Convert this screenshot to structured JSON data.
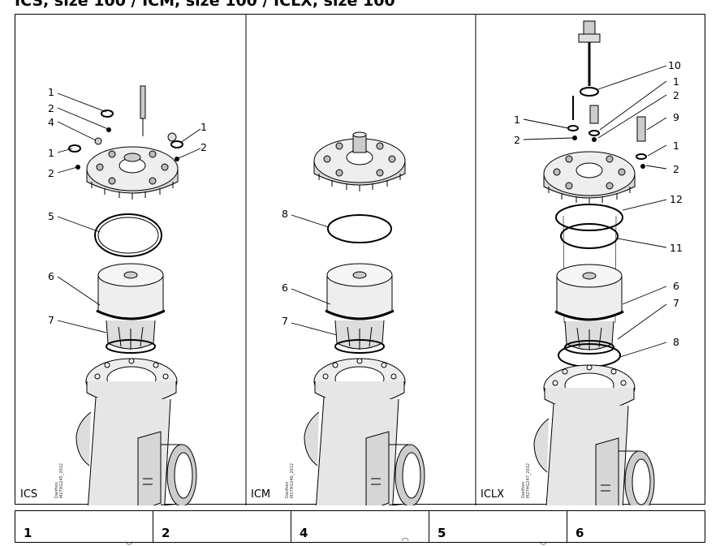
{
  "title": "ICS, size 100 / ICM, size 100 / ICLX, size 100",
  "panels": [
    {
      "label": "ICS",
      "stamp": [
        "Danfoss",
        "M27HG245_2012"
      ],
      "callouts": [
        "1",
        "2",
        "4",
        "1",
        "2",
        "1",
        "2",
        "5",
        "6",
        "7"
      ]
    },
    {
      "label": "ICM",
      "stamp": [
        "Danfoss",
        "M27HG246_2012"
      ],
      "callouts": [
        "8",
        "6",
        "7"
      ]
    },
    {
      "label": "ICLX",
      "stamp": [
        "Danfoss",
        "M27HG247_2012"
      ],
      "callouts": [
        "10",
        "1",
        "2",
        "1",
        "2",
        "9",
        "1",
        "2",
        "12",
        "11",
        "6",
        "7",
        "8"
      ]
    }
  ],
  "cells": [
    "1",
    "2",
    "4",
    "5",
    "6"
  ],
  "colors": {
    "line": "#000000",
    "fill": "#e6e6e6",
    "dark": "#666666"
  }
}
